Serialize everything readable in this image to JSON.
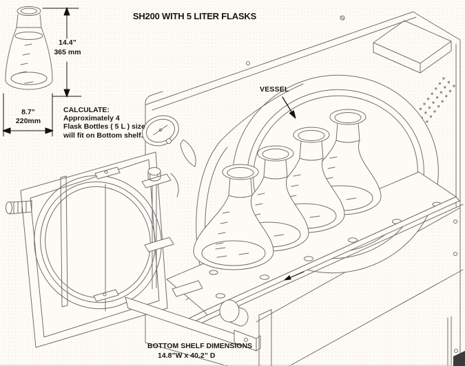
{
  "title": "SH200 WITH 5 LITER FLASKS",
  "reference_flask": {
    "height_in": "14.4”",
    "height_mm": "365 mm",
    "width_in": "8.7”",
    "width_mm": "220mm"
  },
  "note": {
    "heading": "CALCULATE:",
    "lines": [
      "Approximately 4",
      "Flask Bottles ( 5 L ) size",
      "will fit on Bottom shelf."
    ]
  },
  "callouts": {
    "vessel": "VESSEL"
  },
  "bottom_shelf": {
    "heading": "BOTTOM SHELF DIMENSIONS",
    "dimensions": "14.8”W x 40.2” D"
  },
  "illustration": {
    "flasks_on_shelf": 4
  },
  "colors": {
    "line": "#6e6e6e",
    "text": "#161616",
    "annotation": "#111111",
    "background": "#fdfbf5"
  }
}
